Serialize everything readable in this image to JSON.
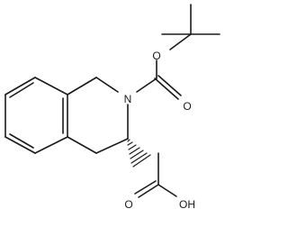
{
  "molecule": {
    "atom_labels": {
      "carbamate_ester_oxygen": "O",
      "carbamate_carbonyl_oxygen": "O",
      "ring_nitrogen": "N",
      "acid_carbonyl_oxygen": "O",
      "hydroxyl": "OH"
    },
    "bond_color": "#1a1a1a",
    "stereo_bond": "hashed-wedge"
  }
}
